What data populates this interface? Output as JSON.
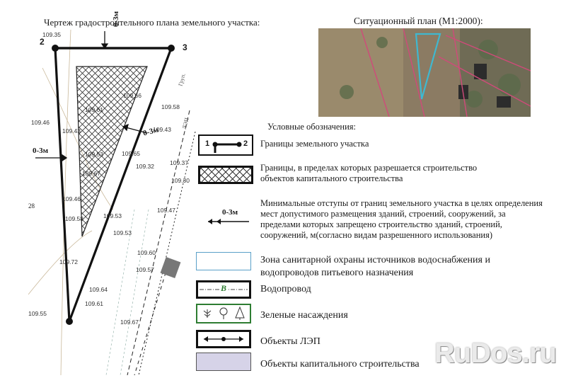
{
  "drawing": {
    "title": "Чертеж градостроительного плана земельного участка:",
    "corner_labels": [
      "2",
      "3"
    ],
    "setback_labels": [
      "0-3м",
      "0-3м",
      "0-3м"
    ],
    "elevations": [
      "109.35",
      "109.66",
      "109.61",
      "109.58",
      "109.46",
      "109.43",
      "109.43",
      "109.53",
      "109.65",
      "109.37",
      "109.67",
      "109.32",
      "109.30",
      "109.46",
      "109.47",
      "109.58",
      "109.53",
      "109.53",
      "109.60",
      "109.72",
      "109.57",
      "109.64",
      "109.61",
      "109.67",
      "109.55"
    ],
    "side_label": "28",
    "road_label": "Груп.",
    "road_label2": "ЛЭП"
  },
  "situation": {
    "title": "Ситуационный план (М1:2000):"
  },
  "legend": {
    "heading": "Условные обозначения:",
    "items": [
      {
        "text": "Границы земельного участка",
        "sym": [
          "1",
          "2"
        ]
      },
      {
        "text": "Границы, в пределах которых разрешается строительство объектов капитального строительства"
      },
      {
        "text": "Минимальные отступы от границ земельного участка в целях определения мест допустимого размещения зданий, строений, сооружений, за пределами которых запрещено строительство зданий, строений, сооружений, м(согласно видам разрешенного использования)",
        "sym": "0-3м"
      },
      {
        "text": "Зона санитарной охраны источников водоснабжения и водопроводов питьевого назначения"
      },
      {
        "text": "Водопровод",
        "sym": "В"
      },
      {
        "text": "Зеленые насаждения"
      },
      {
        "text": "Объекты ЛЭП"
      },
      {
        "text": "Объекты капитального строительства"
      }
    ]
  },
  "watermark": "RuDos.ru",
  "colors": {
    "sanitary": "#5aa0c8",
    "green": "#2e7d32",
    "capital": "#d6d3e8",
    "parcel_blue": "#3fb8d0",
    "pink": "#d04a7a"
  }
}
